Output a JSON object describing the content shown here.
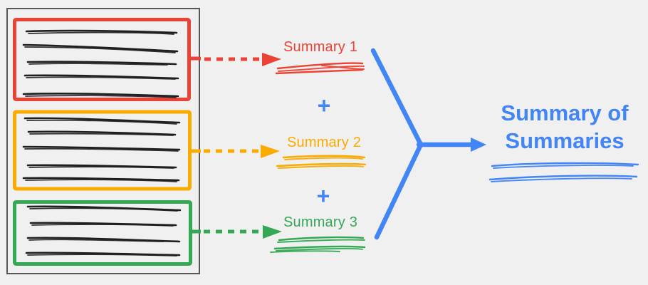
{
  "colors": {
    "red": "#EA4335",
    "orange": "#F9AB00",
    "green": "#34A853",
    "blue": "#4285F4",
    "ink": "#1e1f21",
    "frame": "#55575a",
    "bg": "#f0f0f1"
  },
  "document": {
    "chunks": [
      {
        "id": "chunk-1",
        "color": "#EA4335",
        "text_lines": 5
      },
      {
        "id": "chunk-2",
        "color": "#F9AB00",
        "text_lines": 5
      },
      {
        "id": "chunk-3",
        "color": "#34A853",
        "text_lines": 4
      }
    ]
  },
  "summaries": [
    {
      "label": "Summary 1",
      "color": "#EA4335"
    },
    {
      "label": "Summary 2",
      "color": "#F9AB00"
    },
    {
      "label": "Summary 3",
      "color": "#34A853"
    }
  ],
  "plus_operator": "+",
  "result": {
    "title": "Summary of Summaries",
    "color": "#4285F4"
  }
}
